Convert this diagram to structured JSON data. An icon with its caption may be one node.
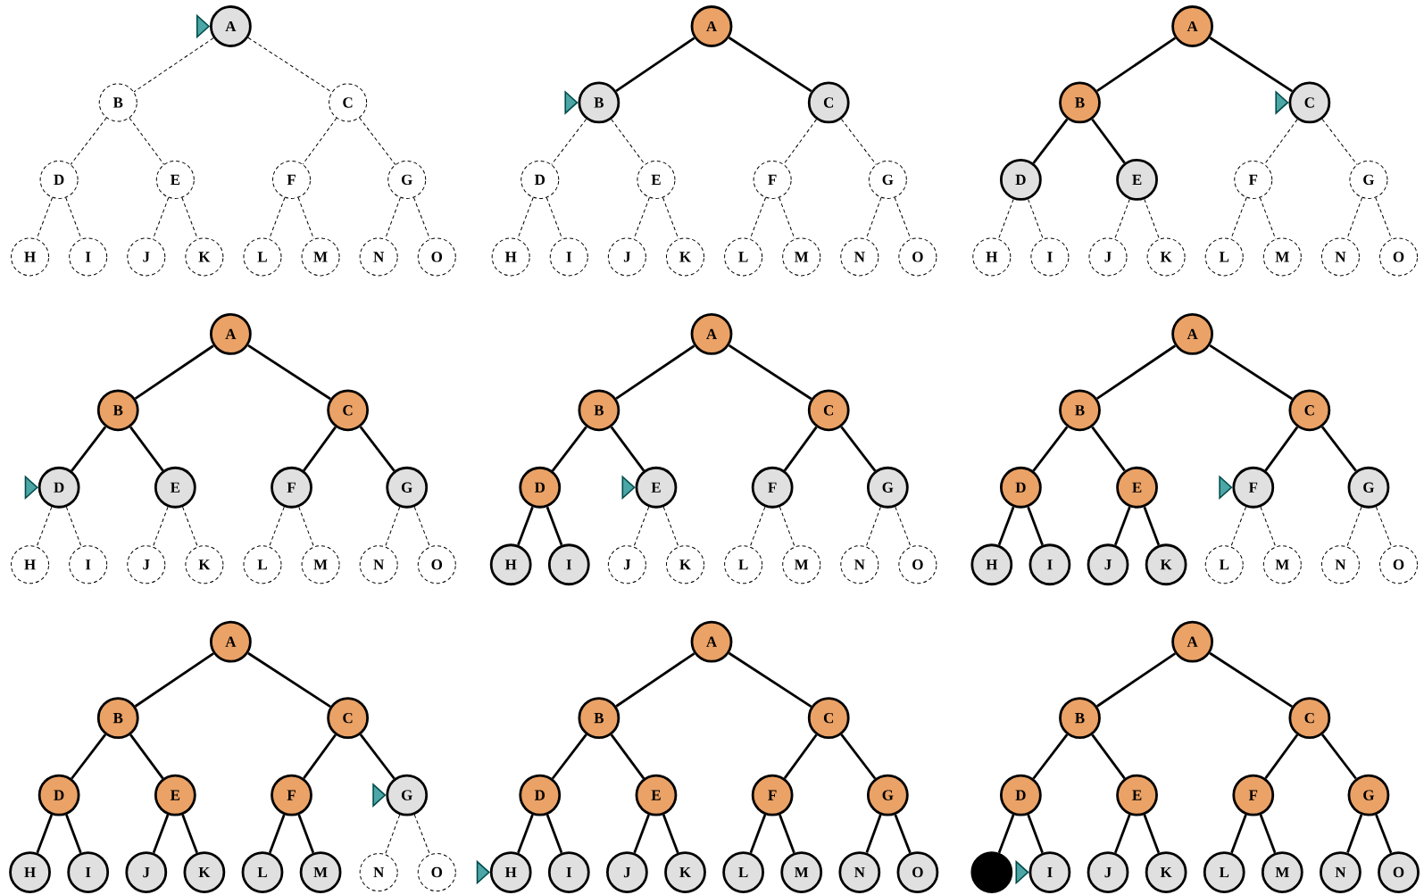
{
  "diagram": {
    "nodes": [
      {
        "text": [
          "A"
        ]
      },
      {
        "text": [
          "B"
        ]
      },
      {
        "text": [
          "C"
        ]
      },
      {
        "text": [
          "D"
        ]
      },
      {
        "text": [
          "E"
        ]
      },
      {
        "text": [
          "F"
        ]
      },
      {
        "text": [
          "G"
        ]
      },
      {
        "text": [
          "H"
        ]
      },
      {
        "text": [
          "I"
        ]
      },
      {
        "text": [
          "J"
        ]
      },
      {
        "text": [
          "K"
        ]
      },
      {
        "text": [
          "L"
        ]
      },
      {
        "text": [
          "M"
        ]
      },
      {
        "text": [
          "N"
        ]
      },
      {
        "text": [
          "O"
        ]
      },
      {
        "text": [
          "A"
        ]
      },
      {
        "text": [
          "B"
        ]
      },
      {
        "text": [
          "C"
        ]
      },
      {
        "text": [
          "D"
        ]
      },
      {
        "text": [
          "E"
        ]
      },
      {
        "text": [
          "F"
        ]
      },
      {
        "text": [
          "G"
        ]
      },
      {
        "text": [
          "H"
        ]
      },
      {
        "text": [
          "I"
        ]
      },
      {
        "text": [
          "J"
        ]
      },
      {
        "text": [
          "K"
        ]
      },
      {
        "text": [
          "L"
        ]
      },
      {
        "text": [
          "M"
        ]
      },
      {
        "text": [
          "N"
        ]
      },
      {
        "text": [
          "O"
        ]
      },
      {
        "text": [
          "A"
        ]
      },
      {
        "text": [
          "B"
        ]
      },
      {
        "text": [
          "C"
        ]
      },
      {
        "text": [
          "D"
        ]
      },
      {
        "text": [
          "E"
        ]
      },
      {
        "text": [
          "F"
        ]
      },
      {
        "text": [
          "G"
        ]
      },
      {
        "text": [
          "H"
        ]
      },
      {
        "text": [
          "I"
        ]
      },
      {
        "text": [
          "J"
        ]
      },
      {
        "text": [
          "K"
        ]
      },
      {
        "text": [
          "L"
        ]
      },
      {
        "text": [
          "M"
        ]
      },
      {
        "text": [
          "N"
        ]
      },
      {
        "text": [
          "O"
        ]
      },
      {
        "text": [
          "A"
        ]
      },
      {
        "text": [
          "B"
        ]
      },
      {
        "text": [
          "C"
        ]
      },
      {
        "text": [
          "D"
        ]
      },
      {
        "text": [
          "E"
        ]
      },
      {
        "text": [
          "F"
        ]
      },
      {
        "text": [
          "G"
        ]
      },
      {
        "text": [
          "H"
        ]
      },
      {
        "text": [
          "I"
        ]
      },
      {
        "text": [
          "J"
        ]
      },
      {
        "text": [
          "K"
        ]
      },
      {
        "text": [
          "L"
        ]
      },
      {
        "text": [
          "M"
        ]
      },
      {
        "text": [
          "N"
        ]
      },
      {
        "text": [
          "O"
        ]
      },
      {
        "text": [
          "A"
        ]
      },
      {
        "text": [
          "B"
        ]
      },
      {
        "text": [
          "C"
        ]
      },
      {
        "text": [
          "D"
        ]
      },
      {
        "text": [
          "E"
        ]
      },
      {
        "text": [
          "F"
        ]
      },
      {
        "text": [
          "G"
        ]
      },
      {
        "text": [
          "H"
        ]
      },
      {
        "text": [
          "I"
        ]
      },
      {
        "text": [
          "J"
        ]
      },
      {
        "text": [
          "K"
        ]
      },
      {
        "text": [
          "L"
        ]
      },
      {
        "text": [
          "M"
        ]
      },
      {
        "text": [
          "N"
        ]
      },
      {
        "text": [
          "O"
        ]
      },
      {
        "text": [
          "A"
        ]
      },
      {
        "text": [
          "B"
        ]
      },
      {
        "text": [
          "C"
        ]
      },
      {
        "text": [
          "D"
        ]
      },
      {
        "text": [
          "E"
        ]
      },
      {
        "text": [
          "F"
        ]
      },
      {
        "text": [
          "G"
        ]
      },
      {
        "text": [
          "H"
        ]
      },
      {
        "text": [
          "I"
        ]
      },
      {
        "text": [
          "J"
        ]
      },
      {
        "text": [
          "K"
        ]
      },
      {
        "text": [
          "L"
        ]
      },
      {
        "text": [
          "M"
        ]
      },
      {
        "text": [
          "N"
        ]
      },
      {
        "text": [
          "O"
        ]
      },
      {
        "text": [
          "A"
        ]
      },
      {
        "text": [
          "B"
        ]
      },
      {
        "text": [
          "C"
        ]
      },
      {
        "text": [
          "D"
        ]
      },
      {
        "text": [
          "E"
        ]
      },
      {
        "text": [
          "F"
        ]
      },
      {
        "text": [
          "G"
        ]
      },
      {
        "text": [
          "H"
        ]
      },
      {
        "text": [
          "I"
        ]
      },
      {
        "text": [
          "J"
        ]
      },
      {
        "text": [
          "K"
        ]
      },
      {
        "text": [
          "L"
        ]
      },
      {
        "text": [
          "M"
        ]
      },
      {
        "text": [
          "N"
        ]
      },
      {
        "text": [
          "O"
        ]
      },
      {
        "text": [
          "A"
        ]
      },
      {
        "text": [
          "B"
        ]
      },
      {
        "text": [
          "C"
        ]
      },
      {
        "text": [
          "D"
        ]
      },
      {
        "text": [
          "E"
        ]
      },
      {
        "text": [
          "F"
        ]
      },
      {
        "text": [
          "G"
        ]
      },
      {
        "text": [
          "H"
        ]
      },
      {
        "text": [
          "I"
        ]
      },
      {
        "text": [
          "J"
        ]
      },
      {
        "text": [
          "K"
        ]
      },
      {
        "text": [
          "L"
        ]
      },
      {
        "text": [
          "M"
        ]
      },
      {
        "text": [
          "N"
        ]
      },
      {
        "text": [
          "O"
        ]
      },
      {
        "text": [
          "A"
        ]
      },
      {
        "text": [
          "B"
        ]
      },
      {
        "text": [
          "C"
        ]
      },
      {
        "text": [
          "D"
        ]
      },
      {
        "text": [
          "E"
        ]
      },
      {
        "text": [
          "F"
        ]
      },
      {
        "text": [
          "G"
        ]
      },
      {
        "text": [],
        "shape": "circle"
      },
      {
        "text": [
          "I"
        ]
      },
      {
        "text": [
          "J"
        ]
      },
      {
        "text": [
          "K"
        ]
      },
      {
        "text": [
          "L"
        ]
      },
      {
        "text": [
          "M"
        ]
      },
      {
        "text": [
          "N"
        ]
      },
      {
        "text": [
          "O"
        ]
      }
    ],
    "edges": [
      {
        "from": 0,
        "to": 1,
        "arrow": "none",
        "style": "dashed"
      },
      {
        "from": 0,
        "to": 2,
        "arrow": "none",
        "style": "dashed"
      },
      {
        "from": 1,
        "to": 3,
        "arrow": "none",
        "style": "dashed"
      },
      {
        "from": 1,
        "to": 4,
        "arrow": "none",
        "style": "dashed"
      },
      {
        "from": 2,
        "to": 5,
        "arrow": "none",
        "style": "dashed"
      },
      {
        "from": 2,
        "to": 6,
        "arrow": "none",
        "style": "dashed"
      },
      {
        "from": 3,
        "to": 7,
        "arrow": "none",
        "style": "dashed"
      },
      {
        "from": 3,
        "to": 8,
        "arrow": "none",
        "style": "dashed"
      },
      {
        "from": 4,
        "to": 9,
        "arrow": "none",
        "style": "dashed"
      },
      {
        "from": 4,
        "to": 10,
        "arrow": "none",
        "style": "dashed"
      },
      {
        "from": 5,
        "to": 11,
        "arrow": "none",
        "style": "dashed"
      },
      {
        "from": 5,
        "to": 12,
        "arrow": "none",
        "style": "dashed"
      },
      {
        "from": 6,
        "to": 13,
        "arrow": "none",
        "style": "dashed"
      },
      {
        "from": 6,
        "to": 14,
        "arrow": "none",
        "style": "dashed"
      },
      {
        "from": 15,
        "to": 16,
        "arrow": "none"
      },
      {
        "from": 15,
        "to": 17,
        "arrow": "none"
      },
      {
        "from": 16,
        "to": 18,
        "arrow": "none",
        "style": "dashed"
      },
      {
        "from": 16,
        "to": 19,
        "arrow": "none",
        "style": "dashed"
      },
      {
        "from": 17,
        "to": 20,
        "arrow": "none",
        "style": "dashed"
      },
      {
        "from": 17,
        "to": 21,
        "arrow": "none",
        "style": "dashed"
      },
      {
        "from": 18,
        "to": 22,
        "arrow": "none",
        "style": "dashed"
      },
      {
        "from": 18,
        "to": 23,
        "arrow": "none",
        "style": "dashed"
      },
      {
        "from": 19,
        "to": 24,
        "arrow": "none",
        "style": "dashed"
      },
      {
        "from": 19,
        "to": 25,
        "arrow": "none",
        "style": "dashed"
      },
      {
        "from": 20,
        "to": 26,
        "arrow": "none",
        "style": "dashed"
      },
      {
        "from": 20,
        "to": 27,
        "arrow": "none",
        "style": "dashed"
      },
      {
        "from": 21,
        "to": 28,
        "arrow": "none",
        "style": "dashed"
      },
      {
        "from": 21,
        "to": 29,
        "arrow": "none",
        "style": "dashed"
      },
      {
        "from": 30,
        "to": 31,
        "arrow": "none"
      },
      {
        "from": 30,
        "to": 32,
        "arrow": "none"
      },
      {
        "from": 31,
        "to": 33,
        "arrow": "none"
      },
      {
        "from": 31,
        "to": 34,
        "arrow": "none"
      },
      {
        "from": 32,
        "to": 35,
        "arrow": "none",
        "style": "dashed"
      },
      {
        "from": 32,
        "to": 36,
        "arrow": "none",
        "style": "dashed"
      },
      {
        "from": 33,
        "to": 37,
        "arrow": "none",
        "style": "dashed"
      },
      {
        "from": 33,
        "to": 38,
        "arrow": "none",
        "style": "dashed"
      },
      {
        "from": 34,
        "to": 39,
        "arrow": "none",
        "style": "dashed"
      },
      {
        "from": 34,
        "to": 40,
        "arrow": "none",
        "style": "dashed"
      },
      {
        "from": 35,
        "to": 41,
        "arrow": "none",
        "style": "dashed"
      },
      {
        "from": 35,
        "to": 42,
        "arrow": "none",
        "style": "dashed"
      },
      {
        "from": 36,
        "to": 43,
        "arrow": "none",
        "style": "dashed"
      },
      {
        "from": 36,
        "to": 44,
        "arrow": "none",
        "style": "dashed"
      },
      {
        "from": 45,
        "to": 46,
        "arrow": "none"
      },
      {
        "from": 45,
        "to": 47,
        "arrow": "none"
      },
      {
        "from": 46,
        "to": 48,
        "arrow": "none"
      },
      {
        "from": 46,
        "to": 49,
        "arrow": "none"
      },
      {
        "from": 47,
        "to": 50,
        "arrow": "none"
      },
      {
        "from": 47,
        "to": 51,
        "arrow": "none"
      },
      {
        "from": 48,
        "to": 52,
        "arrow": "none",
        "style": "dashed"
      },
      {
        "from": 48,
        "to": 53,
        "arrow": "none",
        "style": "dashed"
      },
      {
        "from": 49,
        "to": 54,
        "arrow": "none",
        "style": "dashed"
      },
      {
        "from": 49,
        "to": 55,
        "arrow": "none",
        "style": "dashed"
      },
      {
        "from": 50,
        "to": 56,
        "arrow": "none",
        "style": "dashed"
      },
      {
        "from": 50,
        "to": 57,
        "arrow": "none",
        "style": "dashed"
      },
      {
        "from": 51,
        "to": 58,
        "arrow": "none",
        "style": "dashed"
      },
      {
        "from": 51,
        "to": 59,
        "arrow": "none",
        "style": "dashed"
      },
      {
        "from": 60,
        "to": 61,
        "arrow": "none"
      },
      {
        "from": 60,
        "to": 62,
        "arrow": "none"
      },
      {
        "from": 61,
        "to": 63,
        "arrow": "none"
      },
      {
        "from": 61,
        "to": 64,
        "arrow": "none"
      },
      {
        "from": 62,
        "to": 65,
        "arrow": "none"
      },
      {
        "from": 62,
        "to": 66,
        "arrow": "none"
      },
      {
        "from": 63,
        "to": 67,
        "arrow": "none"
      },
      {
        "from": 63,
        "to": 68,
        "arrow": "none"
      },
      {
        "from": 64,
        "to": 69,
        "arrow": "none",
        "style": "dashed"
      },
      {
        "from": 64,
        "to": 70,
        "arrow": "none",
        "style": "dashed"
      },
      {
        "from": 65,
        "to": 71,
        "arrow": "none",
        "style": "dashed"
      },
      {
        "from": 65,
        "to": 72,
        "arrow": "none",
        "style": "dashed"
      },
      {
        "from": 66,
        "to": 73,
        "arrow": "none",
        "style": "dashed"
      },
      {
        "from": 66,
        "to": 74,
        "arrow": "none",
        "style": "dashed"
      },
      {
        "from": 75,
        "to": 76,
        "arrow": "none"
      },
      {
        "from": 75,
        "to": 77,
        "arrow": "none"
      },
      {
        "from": 76,
        "to": 78,
        "arrow": "none"
      },
      {
        "from": 76,
        "to": 79,
        "arrow": "none"
      },
      {
        "from": 77,
        "to": 80,
        "arrow": "none"
      },
      {
        "from": 77,
        "to": 81,
        "arrow": "none"
      },
      {
        "from": 78,
        "to": 82,
        "arrow": "none"
      },
      {
        "from": 78,
        "to": 83,
        "arrow": "none"
      },
      {
        "from": 79,
        "to": 84,
        "arrow": "none"
      },
      {
        "from": 79,
        "to": 85,
        "arrow": "none"
      },
      {
        "from": 80,
        "to": 86,
        "arrow": "none",
        "style": "dashed"
      },
      {
        "from": 80,
        "to": 87,
        "arrow": "none",
        "style": "dashed"
      },
      {
        "from": 81,
        "to": 88,
        "arrow": "none",
        "style": "dashed"
      },
      {
        "from": 81,
        "to": 89,
        "arrow": "none",
        "style": "dashed"
      },
      {
        "from": 90,
        "to": 91,
        "arrow": "none"
      },
      {
        "from": 90,
        "to": 92,
        "arrow": "none"
      },
      {
        "from": 91,
        "to": 93,
        "arrow": "none"
      },
      {
        "from": 91,
        "to": 94,
        "arrow": "none"
      },
      {
        "from": 92,
        "to": 95,
        "arrow": "none"
      },
      {
        "from": 92,
        "to": 96,
        "arrow": "none"
      },
      {
        "from": 93,
        "to": 97,
        "arrow": "none"
      },
      {
        "from": 93,
        "to": 98,
        "arrow": "none"
      },
      {
        "from": 94,
        "to": 99,
        "arrow": "none"
      },
      {
        "from": 94,
        "to": 100,
        "arrow": "none"
      },
      {
        "from": 95,
        "to": 101,
        "arrow": "none"
      },
      {
        "from": 95,
        "to": 102,
        "arrow": "none"
      },
      {
        "from": 96,
        "to": 103,
        "arrow": "none",
        "style": "dashed"
      },
      {
        "from": 96,
        "to": 104,
        "arrow": "none",
        "style": "dashed"
      },
      {
        "from": 105,
        "to": 106,
        "arrow": "none"
      },
      {
        "from": 105,
        "to": 107,
        "arrow": "none"
      },
      {
        "from": 106,
        "to": 108,
        "arrow": "none"
      },
      {
        "from": 106,
        "to": 109,
        "arrow": "none"
      },
      {
        "from": 107,
        "to": 110,
        "arrow": "none"
      },
      {
        "from": 107,
        "to": 111,
        "arrow": "none"
      },
      {
        "from": 108,
        "to": 112,
        "arrow": "none"
      },
      {
        "from": 108,
        "to": 113,
        "arrow": "none"
      },
      {
        "from": 109,
        "to": 114,
        "arrow": "none"
      },
      {
        "from": 109,
        "to": 115,
        "arrow": "none"
      },
      {
        "from": 110,
        "to": 116,
        "arrow": "none"
      },
      {
        "from": 110,
        "to": 117,
        "arrow": "none"
      },
      {
        "from": 111,
        "to": 118,
        "arrow": "none"
      },
      {
        "from": 111,
        "to": 119,
        "arrow": "none"
      },
      {
        "from": 120,
        "to": 121,
        "arrow": "none"
      },
      {
        "from": 120,
        "to": 122,
        "arrow": "none"
      },
      {
        "from": 121,
        "to": 123,
        "arrow": "none"
      },
      {
        "from": 121,
        "to": 124,
        "arrow": "none"
      },
      {
        "from": 122,
        "to": 125,
        "arrow": "none"
      },
      {
        "from": 122,
        "to": 126,
        "arrow": "none"
      },
      {
        "from": 123,
        "to": 127,
        "arrow": "none"
      },
      {
        "from": 123,
        "to": 128,
        "arrow": "none"
      },
      {
        "from": 124,
        "to": 129,
        "arrow": "none"
      },
      {
        "from": 124,
        "to": 130,
        "arrow": "none"
      },
      {
        "from": 125,
        "to": 131,
        "arrow": "none"
      },
      {
        "from": 125,
        "to": 132,
        "arrow": "none"
      },
      {
        "from": 126,
        "to": 133,
        "arrow": "none"
      },
      {
        "from": 126,
        "to": 134,
        "arrow": "none"
      }
    ]
  }
}
